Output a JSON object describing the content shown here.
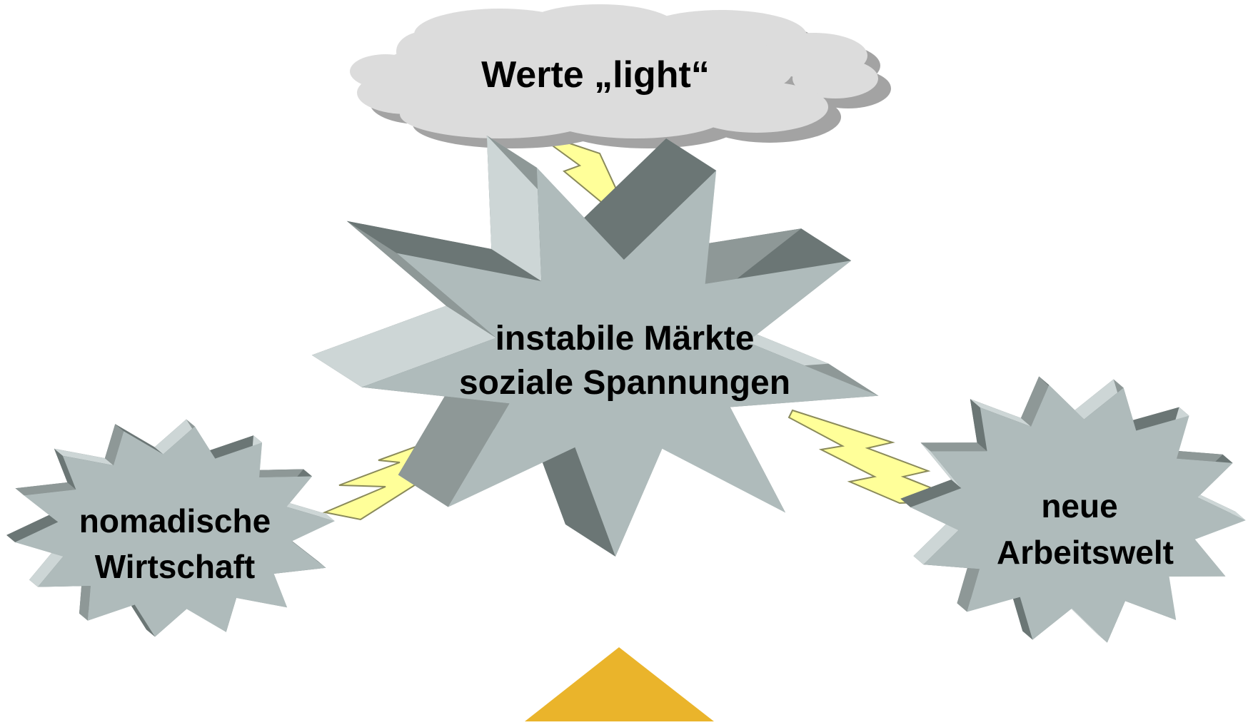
{
  "diagram": {
    "cloud": {
      "label": "Werte „light“"
    },
    "center": {
      "line1": "instabile Märkte",
      "line2": "soziale Spannungen"
    },
    "left": {
      "line1": "nomadische",
      "line2": "Wirtschaft"
    },
    "right": {
      "line1": "neue",
      "line2": "Arbeitswelt"
    }
  },
  "colors": {
    "cloud_fill": "#dcdcdc",
    "cloud_shadow": "#a3a3a3",
    "burst_face": "#afbbbb",
    "burst_side_dark": "#6b7675",
    "burst_side_light": "#cdd6d6",
    "lightning": "#ffff99",
    "triangle": "#eab42b"
  }
}
